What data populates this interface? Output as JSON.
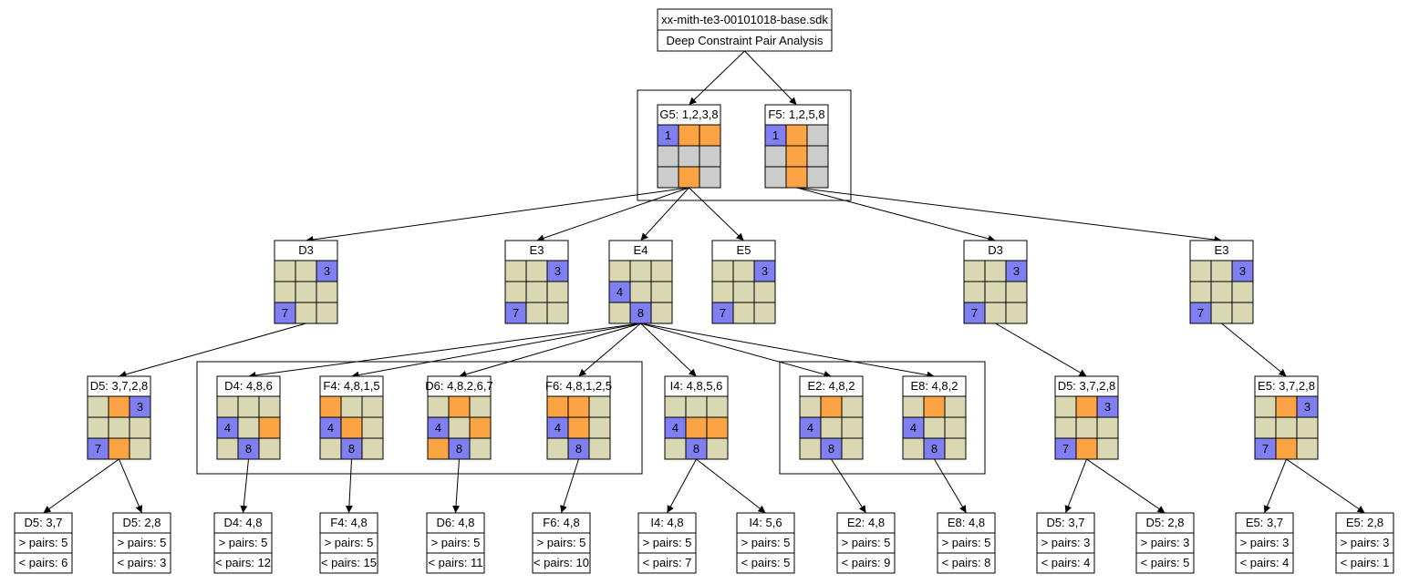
{
  "colors": {
    "cell": "#d9d8b3",
    "cell_gray": "#cccccc",
    "cell_blue": "#7f7ff2",
    "cell_orange": "#fca443",
    "border": "#000000",
    "background": "#ffffff"
  },
  "root": {
    "title": "xx-mith-te3-00101018-base.sdk",
    "subtitle": "Deep Constraint Pair Analysis"
  },
  "grids": [
    {
      "id": "g5",
      "label": "G5: 1,2,3,8",
      "bg": "gray",
      "cells": [
        "1b",
        "o",
        "o",
        "",
        "",
        "",
        "",
        "o",
        ""
      ]
    },
    {
      "id": "f5",
      "label": "F5: 1,2,5,8",
      "bg": "gray",
      "cells": [
        "1b",
        "o",
        "",
        "",
        "o",
        "",
        "",
        "o",
        ""
      ]
    },
    {
      "id": "d3a",
      "label": "D3",
      "cells": [
        "",
        "",
        "3b",
        "",
        "",
        "",
        "7b",
        "",
        ""
      ]
    },
    {
      "id": "e3a",
      "label": "E3",
      "cells": [
        "",
        "",
        "3b",
        "",
        "",
        "",
        "7b",
        "",
        ""
      ]
    },
    {
      "id": "e4",
      "label": "E4",
      "cells": [
        "",
        "",
        "",
        "4b",
        "",
        "",
        "",
        "8b",
        ""
      ]
    },
    {
      "id": "e5",
      "label": "E5",
      "cells": [
        "",
        "",
        "3b",
        "",
        "",
        "",
        "7b",
        "",
        ""
      ]
    },
    {
      "id": "d3b",
      "label": "D3",
      "cells": [
        "",
        "",
        "3b",
        "",
        "",
        "",
        "7b",
        "",
        ""
      ]
    },
    {
      "id": "e3b",
      "label": "E3",
      "cells": [
        "",
        "",
        "3b",
        "",
        "",
        "",
        "7b",
        "",
        ""
      ]
    },
    {
      "id": "d5a",
      "label": "D5: 3,7,2,8",
      "cells": [
        "",
        "o",
        "3b",
        "",
        "",
        "",
        "7b",
        "o",
        ""
      ]
    },
    {
      "id": "d4",
      "label": "D4: 4,8,6",
      "cells": [
        "",
        "",
        "",
        "4b",
        "",
        "o",
        "",
        "8b",
        ""
      ]
    },
    {
      "id": "f4",
      "label": "F4: 4,8,1,5",
      "cells": [
        "o",
        "",
        "",
        "4b",
        "o",
        "",
        "",
        "8b",
        ""
      ]
    },
    {
      "id": "d6",
      "label": "D6: 4,8,2,6,7",
      "cells": [
        "",
        "o",
        "",
        "4b",
        "",
        "o",
        "o",
        "8b",
        ""
      ]
    },
    {
      "id": "f6",
      "label": "F6: 4,8,1,2,5",
      "cells": [
        "o",
        "o",
        "",
        "4b",
        "o",
        "",
        "",
        "8b",
        ""
      ]
    },
    {
      "id": "i4",
      "label": "I4: 4,8,5,6",
      "cells": [
        "",
        "",
        "",
        "4b",
        "o",
        "o",
        "",
        "8b",
        ""
      ]
    },
    {
      "id": "e2",
      "label": "E2: 4,8,2",
      "cells": [
        "",
        "o",
        "",
        "4b",
        "",
        "",
        "",
        "8b",
        ""
      ]
    },
    {
      "id": "e8",
      "label": "E8: 4,8,2",
      "cells": [
        "",
        "o",
        "",
        "4b",
        "",
        "",
        "",
        "8b",
        ""
      ]
    },
    {
      "id": "d5b",
      "label": "D5: 3,7,2,8",
      "cells": [
        "",
        "o",
        "3b",
        "",
        "",
        "",
        "7b",
        "o",
        ""
      ]
    },
    {
      "id": "e5b",
      "label": "E5: 3,7,2,8",
      "cells": [
        "",
        "o",
        "3b",
        "",
        "",
        "",
        "7b",
        "o",
        ""
      ]
    }
  ],
  "leaves": [
    {
      "id": "l1",
      "title": "D5: 3,7",
      "gt": "> pairs: 5",
      "lt": "< pairs: 6"
    },
    {
      "id": "l2",
      "title": "D5: 2,8",
      "gt": "> pairs: 5",
      "lt": "< pairs: 3"
    },
    {
      "id": "l3",
      "title": "D4: 4,8",
      "gt": "> pairs: 5",
      "lt": "< pairs: 12"
    },
    {
      "id": "l4",
      "title": "F4: 4,8",
      "gt": "> pairs: 5",
      "lt": "< pairs: 15"
    },
    {
      "id": "l5",
      "title": "D6: 4,8",
      "gt": "> pairs: 5",
      "lt": "< pairs: 11"
    },
    {
      "id": "l6",
      "title": "F6: 4,8",
      "gt": "> pairs: 5",
      "lt": "< pairs: 10"
    },
    {
      "id": "l7",
      "title": "I4: 4,8",
      "gt": "> pairs: 5",
      "lt": "< pairs: 7"
    },
    {
      "id": "l8",
      "title": "I4: 5,6",
      "gt": "> pairs: 5",
      "lt": "< pairs: 5"
    },
    {
      "id": "l9",
      "title": "E2: 4,8",
      "gt": "> pairs: 5",
      "lt": "< pairs: 9"
    },
    {
      "id": "l10",
      "title": "E8: 4,8",
      "gt": "> pairs: 5",
      "lt": "< pairs: 8"
    },
    {
      "id": "l11",
      "title": "D5: 3,7",
      "gt": "> pairs: 3",
      "lt": "< pairs: 4"
    },
    {
      "id": "l12",
      "title": "D5: 2,8",
      "gt": "> pairs: 3",
      "lt": "< pairs: 5"
    },
    {
      "id": "l13",
      "title": "E5: 3,7",
      "gt": "> pairs: 3",
      "lt": "< pairs: 4"
    },
    {
      "id": "l14",
      "title": "E5: 2,8",
      "gt": "> pairs: 3",
      "lt": "< pairs: 1"
    }
  ],
  "edges": [
    [
      "root",
      "g5"
    ],
    [
      "root",
      "f5"
    ],
    [
      "g5",
      "d3a"
    ],
    [
      "g5",
      "e3a"
    ],
    [
      "g5",
      "e4"
    ],
    [
      "g5",
      "e5"
    ],
    [
      "f5",
      "d3b"
    ],
    [
      "f5",
      "e3b"
    ],
    [
      "d3a",
      "d5a"
    ],
    [
      "e4",
      "d4"
    ],
    [
      "e4",
      "f4"
    ],
    [
      "e4",
      "d6"
    ],
    [
      "e4",
      "f6"
    ],
    [
      "e4",
      "i4"
    ],
    [
      "e4",
      "e2"
    ],
    [
      "e4",
      "e8"
    ],
    [
      "d3b",
      "d5b"
    ],
    [
      "e3b",
      "e5b"
    ],
    [
      "d5a",
      "l1"
    ],
    [
      "d5a",
      "l2"
    ],
    [
      "d4",
      "l3"
    ],
    [
      "f4",
      "l4"
    ],
    [
      "d6",
      "l5"
    ],
    [
      "f6",
      "l6"
    ],
    [
      "i4",
      "l7"
    ],
    [
      "i4",
      "l8"
    ],
    [
      "e2",
      "l9"
    ],
    [
      "e8",
      "l10"
    ],
    [
      "d5b",
      "l11"
    ],
    [
      "d5b",
      "l12"
    ],
    [
      "e5b",
      "l13"
    ],
    [
      "e5b",
      "l14"
    ]
  ]
}
